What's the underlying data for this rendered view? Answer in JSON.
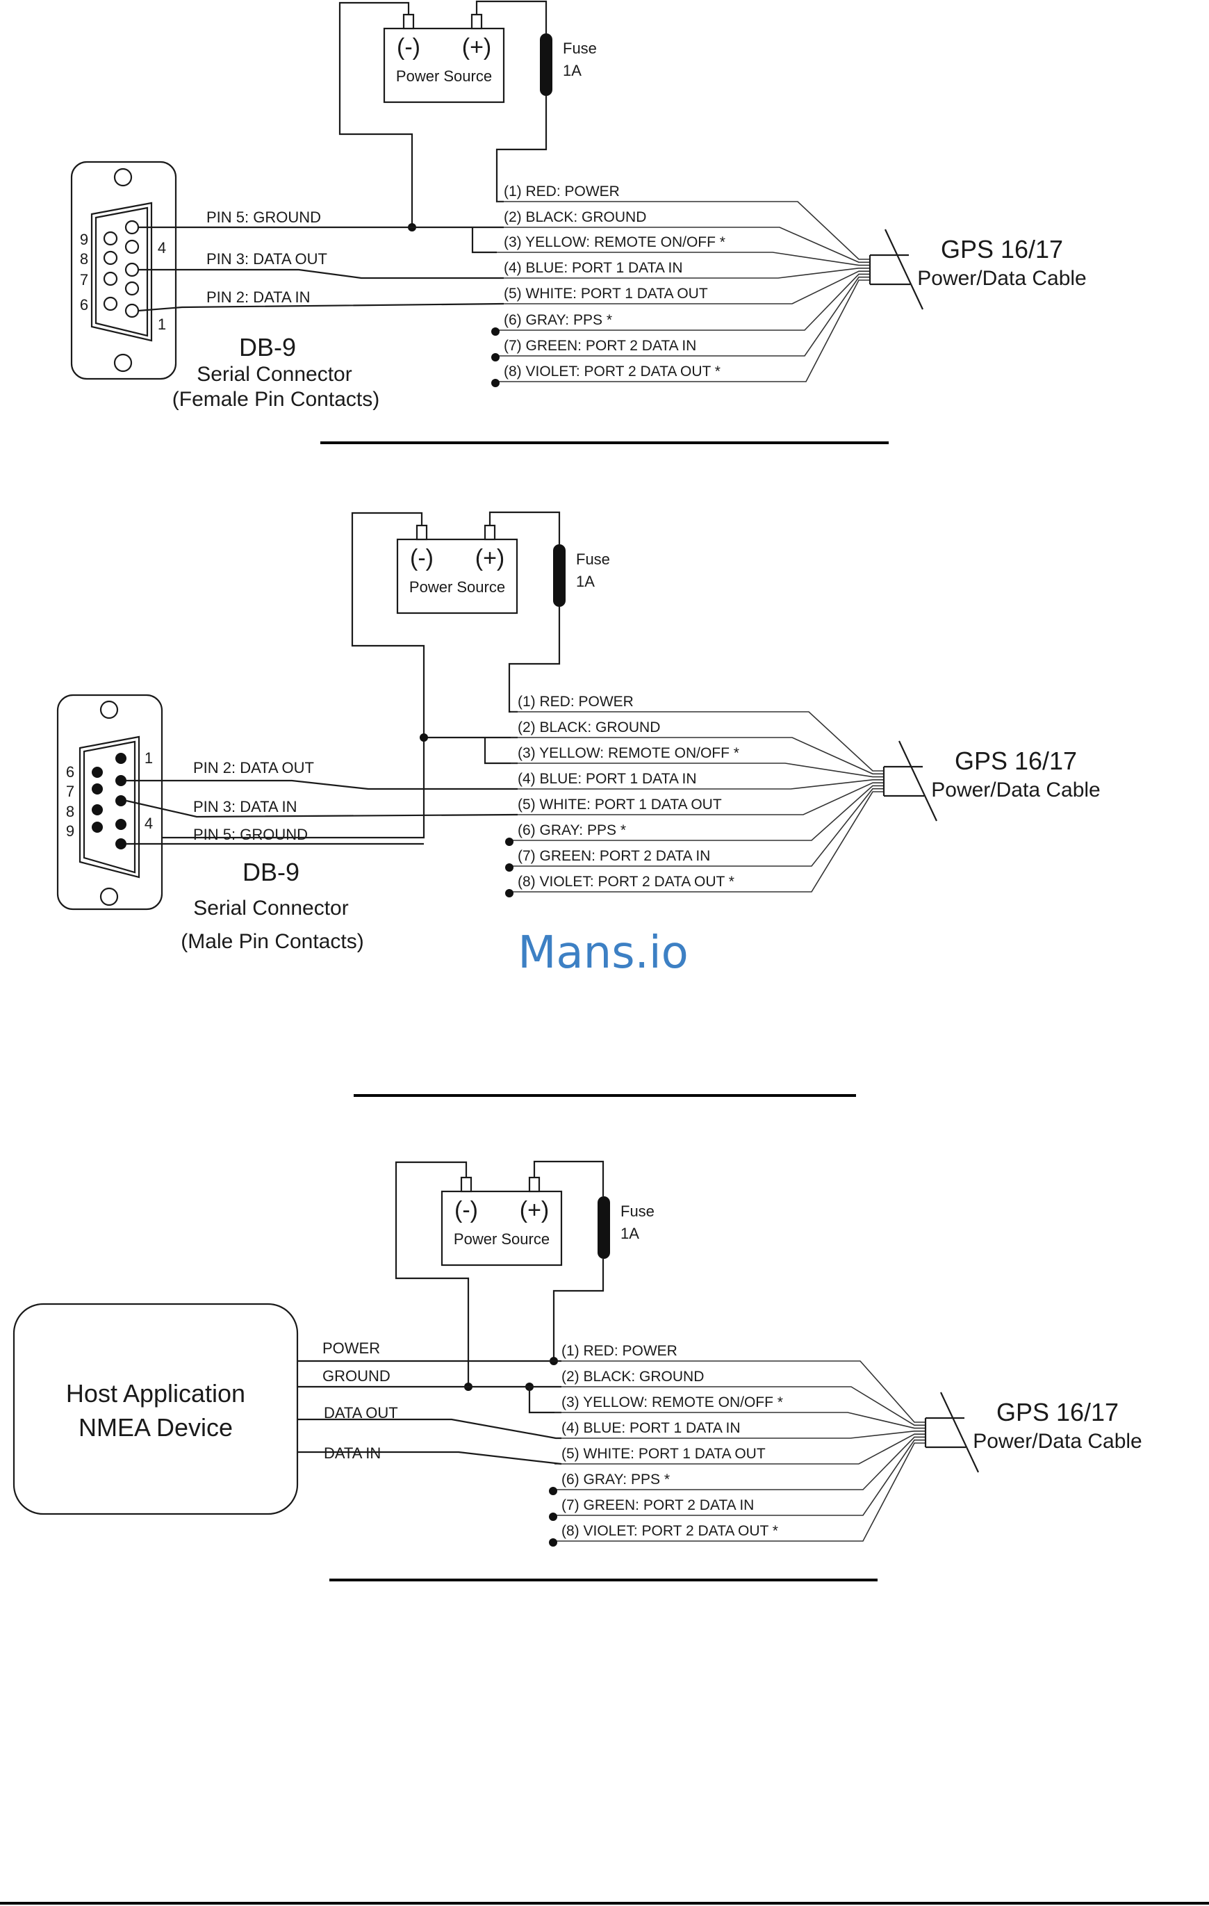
{
  "document": {
    "watermark": "Mans.io",
    "accent_color": "#3d80c4"
  },
  "power_block": {
    "minus_label": "(-)",
    "plus_label": "(+)",
    "source_label": "Power Source",
    "fuse_label": "Fuse",
    "fuse_rating": "1A"
  },
  "cable": {
    "title": "GPS 16/17",
    "subtitle": "Power/Data Cable",
    "wires": [
      "(1) RED: POWER",
      "(2) BLACK: GROUND",
      "(3) YELLOW: REMOTE ON/OFF *",
      "(4) BLUE: PORT 1 DATA IN",
      "(5) WHITE: PORT 1 DATA OUT",
      "(6) GRAY: PPS *",
      "(7) GREEN: PORT 2 DATA IN",
      "(8) VIOLET: PORT 2 DATA OUT *"
    ]
  },
  "diagrams": [
    {
      "id": "female-db9",
      "connector_title": "DB-9",
      "connector_subtitle": "Serial Connector",
      "connector_note": "(Female Pin Contacts)",
      "pin_numbers": [
        "9",
        "8",
        "7",
        "6",
        "4",
        "1"
      ],
      "pin_labels": [
        "PIN 5: GROUND",
        "PIN 3: DATA OUT",
        "PIN 2: DATA IN"
      ]
    },
    {
      "id": "male-db9",
      "connector_title": "DB-9",
      "connector_subtitle": "Serial Connector",
      "connector_note": "(Male Pin Contacts)",
      "pin_numbers": [
        "6",
        "7",
        "8",
        "9",
        "1",
        "4"
      ],
      "pin_labels": [
        "PIN 2: DATA OUT",
        "PIN 3: DATA IN",
        "PIN 5: GROUND"
      ]
    },
    {
      "id": "host-application",
      "host_line1": "Host Application",
      "host_line2": "NMEA Device",
      "host_signals": [
        "POWER",
        "GROUND",
        "DATA OUT",
        "DATA IN"
      ]
    }
  ]
}
